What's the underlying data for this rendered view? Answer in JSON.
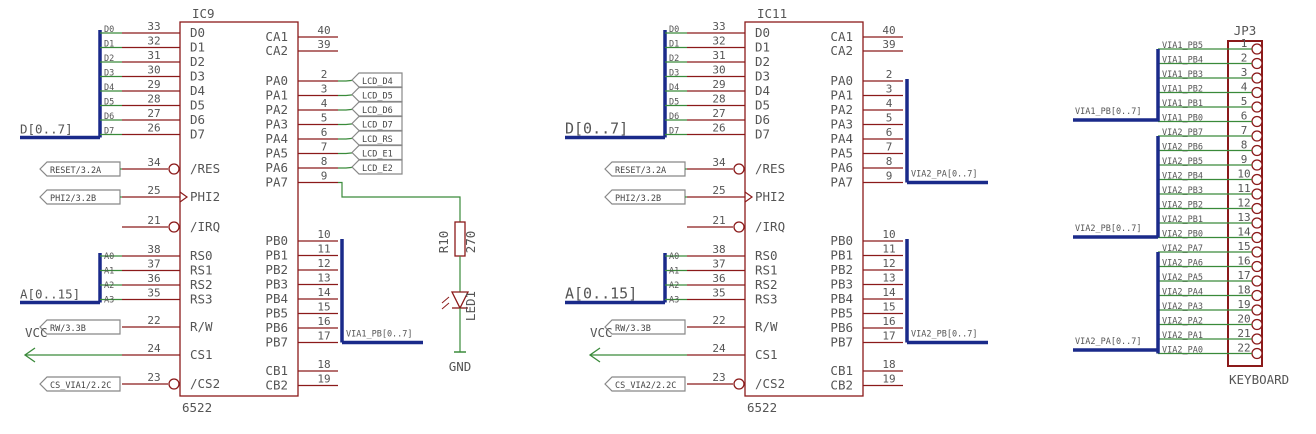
{
  "ic9": {
    "ref": "IC9",
    "part": "6522",
    "left_pins": [
      {
        "num": "33",
        "name": "D0",
        "net": "D0"
      },
      {
        "num": "32",
        "name": "D1",
        "net": "D1"
      },
      {
        "num": "31",
        "name": "D2",
        "net": "D2"
      },
      {
        "num": "30",
        "name": "D3",
        "net": "D3"
      },
      {
        "num": "29",
        "name": "D4",
        "net": "D4"
      },
      {
        "num": "28",
        "name": "D5",
        "net": "D5"
      },
      {
        "num": "27",
        "name": "D6",
        "net": "D6"
      },
      {
        "num": "26",
        "name": "D7",
        "net": "D7"
      },
      {
        "num": "34",
        "name": "/RES"
      },
      {
        "num": "25",
        "name": "PHI2"
      },
      {
        "num": "21",
        "name": "/IRQ"
      },
      {
        "num": "38",
        "name": "RS0",
        "net": "A0"
      },
      {
        "num": "37",
        "name": "RS1",
        "net": "A1"
      },
      {
        "num": "36",
        "name": "RS2",
        "net": "A2"
      },
      {
        "num": "35",
        "name": "RS3",
        "net": "A3"
      },
      {
        "num": "22",
        "name": "R/W"
      },
      {
        "num": "24",
        "name": "CS1"
      },
      {
        "num": "23",
        "name": "/CS2"
      }
    ],
    "right_pins": [
      {
        "num": "40",
        "name": "CA1"
      },
      {
        "num": "39",
        "name": "CA2"
      },
      {
        "num": "2",
        "name": "PA0"
      },
      {
        "num": "3",
        "name": "PA1"
      },
      {
        "num": "4",
        "name": "PA2"
      },
      {
        "num": "5",
        "name": "PA3"
      },
      {
        "num": "6",
        "name": "PA4"
      },
      {
        "num": "7",
        "name": "PA5"
      },
      {
        "num": "8",
        "name": "PA6"
      },
      {
        "num": "9",
        "name": "PA7"
      },
      {
        "num": "10",
        "name": "PB0"
      },
      {
        "num": "11",
        "name": "PB1"
      },
      {
        "num": "12",
        "name": "PB2"
      },
      {
        "num": "13",
        "name": "PB3"
      },
      {
        "num": "14",
        "name": "PB4"
      },
      {
        "num": "15",
        "name": "PB5"
      },
      {
        "num": "16",
        "name": "PB6"
      },
      {
        "num": "17",
        "name": "PB7"
      },
      {
        "num": "18",
        "name": "CB1"
      },
      {
        "num": "19",
        "name": "CB2"
      }
    ],
    "data_bus": "D[0..7]",
    "addr_bus": "A[0..15]",
    "reset_label": "RESET/3.2A",
    "phi2_label": "PHI2/3.2B",
    "rw_label": "RW/3.3B",
    "vcc": "VCC",
    "cs_label": "CS_VIA1/2.2C",
    "pb_bus": "VIA1_PB[0..7]",
    "lcd_labels": [
      "LCD_D4",
      "LCD_D5",
      "LCD_D6",
      "LCD_D7",
      "LCD_RS",
      "LCD_E1",
      "LCD_E2"
    ],
    "resistor_ref": "R10",
    "resistor_value": "270",
    "led_ref": "LED1",
    "gnd": "GND"
  },
  "ic11": {
    "ref": "IC11",
    "part": "6522",
    "data_bus": "D[0..7]",
    "addr_bus": "A[0..15]",
    "reset_label": "RESET/3.2A",
    "phi2_label": "PHI2/3.2B",
    "rw_label": "RW/3.3B",
    "vcc": "VCC",
    "cs_label": "CS_VIA2/2.2C",
    "pa_bus": "VIA2_PA[0..7]",
    "pb_bus": "VIA2_PB[0..7]"
  },
  "jp3": {
    "ref": "JP3",
    "name": "KEYBOARD",
    "pins": [
      {
        "num": "1",
        "net": "VIA1_PB5"
      },
      {
        "num": "2",
        "net": "VIA1_PB4"
      },
      {
        "num": "3",
        "net": "VIA1_PB3"
      },
      {
        "num": "4",
        "net": "VIA1_PB2"
      },
      {
        "num": "5",
        "net": "VIA1_PB1"
      },
      {
        "num": "6",
        "net": "VIA1_PB0"
      },
      {
        "num": "7",
        "net": "VIA2_PB7"
      },
      {
        "num": "8",
        "net": "VIA2_PB6"
      },
      {
        "num": "9",
        "net": "VIA2_PB5"
      },
      {
        "num": "10",
        "net": "VIA2_PB4"
      },
      {
        "num": "11",
        "net": "VIA2_PB3"
      },
      {
        "num": "12",
        "net": "VIA2_PB2"
      },
      {
        "num": "13",
        "net": "VIA2_PB1"
      },
      {
        "num": "14",
        "net": "VIA2_PB0"
      },
      {
        "num": "15",
        "net": "VIA2_PA7"
      },
      {
        "num": "16",
        "net": "VIA2_PA6"
      },
      {
        "num": "17",
        "net": "VIA2_PA5"
      },
      {
        "num": "18",
        "net": "VIA2_PA4"
      },
      {
        "num": "19",
        "net": "VIA2_PA3"
      },
      {
        "num": "20",
        "net": "VIA2_PA2"
      },
      {
        "num": "21",
        "net": "VIA2_PA1"
      },
      {
        "num": "22",
        "net": "VIA2_PA0"
      }
    ],
    "bus_labels": [
      "VIA1_PB[0..7]",
      "VIA2_PB[0..7]",
      "VIA2_PA[0..7]"
    ]
  },
  "colors": {
    "part": "#8b1a1a",
    "wire": "#3a8a3a",
    "bus": "#1a2a8a",
    "label_box": "#888888",
    "text": "#555555"
  }
}
